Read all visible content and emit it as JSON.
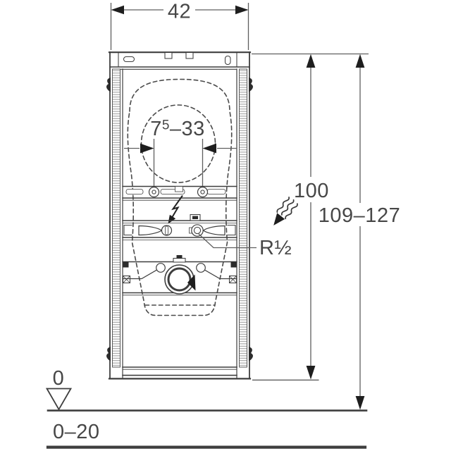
{
  "colors": {
    "line": "#3e3e3e",
    "dim": "#5f5f5f",
    "arrow": "#1e1e1e",
    "text": "#474747",
    "background": "#ffffff"
  },
  "dimensions": {
    "frame_width": "42",
    "outlet_spacing": {
      "prefix": "7",
      "sup": "5",
      "suffix": "–33"
    },
    "frame_height": "100",
    "installation_height": "109–127"
  },
  "labels": {
    "water_connection": "R½",
    "floor_datum": "0",
    "floor_buildup": "0–20"
  },
  "icons": {
    "lightning-bolt-icon": "electrical flush control connection",
    "water-flow-icon": "water supply direction",
    "datum-triangle-icon": "finished floor datum level",
    "dimension-arrow": "dimension line arrowhead"
  }
}
